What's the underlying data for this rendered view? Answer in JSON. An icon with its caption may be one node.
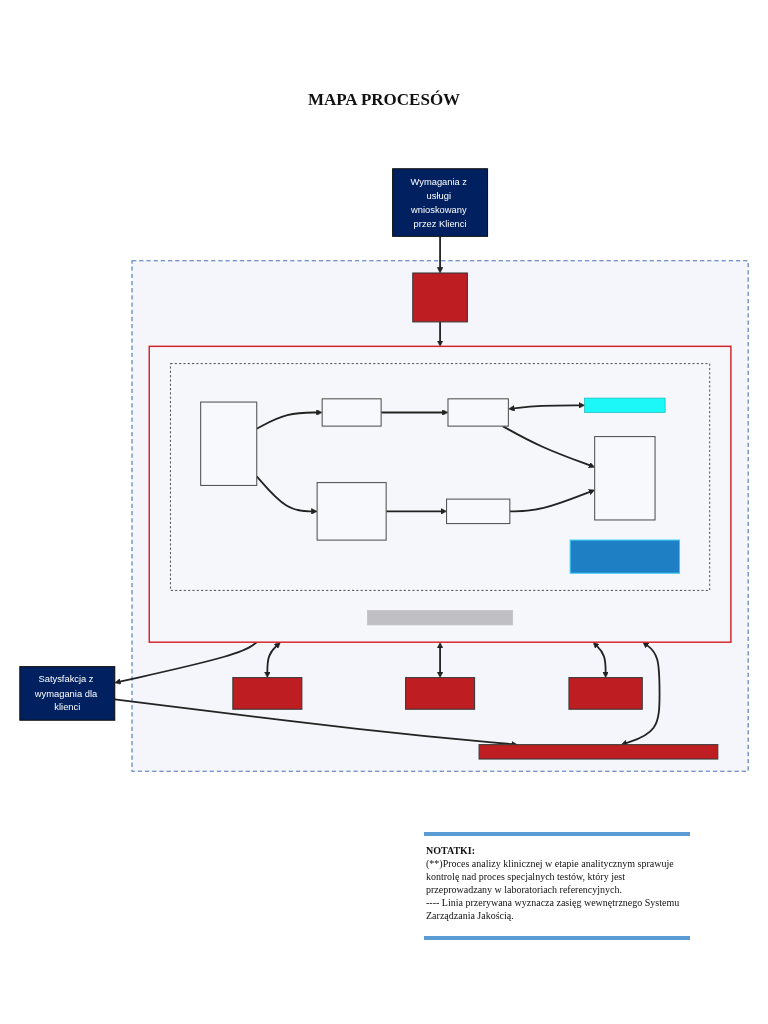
{
  "diagram": {
    "title": "MAPA PROCESÓW",
    "nodes": [
      {
        "text": [],
        "shape": "box"
      },
      {
        "text": [],
        "shape": "bar",
        "in": 0
      },
      {
        "text": [
          "Wymagania z usługi wnioskowany przez Klienci"
        ]
      },
      {
        "text": [],
        "shape": "box",
        "in": 0
      },
      {
        "text": [],
        "shape": "box",
        "in": 0
      },
      {
        "text": [],
        "shape": "bar",
        "in": 4
      },
      {
        "text": [],
        "shape": "box",
        "in": 4
      },
      {
        "text": [],
        "shape": "box",
        "in": 6
      },
      {
        "text": [],
        "shape": "box",
        "in": 6
      },
      {
        "text": [],
        "shape": "box",
        "in": 6
      },
      {
        "text": [],
        "shape": "box",
        "in": 6
      },
      {
        "text": [],
        "shape": "box",
        "in": 6
      },
      {
        "text": [],
        "shape": "bar",
        "in": 6
      },
      {
        "text": [],
        "shape": "box",
        "in": 6
      },
      {
        "text": [],
        "shape": "box",
        "in": 6
      },
      {
        "text": [
          "Satysfakcja z wymagania dla klienci"
        ]
      },
      {
        "text": [],
        "shape": "box",
        "in": 0
      },
      {
        "text": [],
        "shape": "box",
        "in": 0
      },
      {
        "text": [],
        "shape": "box",
        "in": 0
      }
    ],
    "edges": [
      {
        "from": 2,
        "to": 3,
        "arrow": "to"
      },
      {
        "from": 3,
        "to": 4,
        "arrow": "to"
      },
      {
        "from": 1,
        "to": 4,
        "arrow": "both"
      },
      {
        "from": 7,
        "to": 8,
        "arrow": "to"
      },
      {
        "from": 7,
        "to": 9,
        "arrow": "to"
      },
      {
        "from": 8,
        "to": 10,
        "arrow": "to"
      },
      {
        "from": 9,
        "to": 11,
        "arrow": "to"
      },
      {
        "from": 11,
        "to": 12,
        "arrow": "both"
      },
      {
        "from": 10,
        "to": 14,
        "arrow": "to"
      },
      {
        "from": 11,
        "to": 14,
        "arrow": "to"
      },
      {
        "from": 4,
        "to": 15,
        "arrow": "to"
      },
      {
        "from": 15,
        "to": 1,
        "arrow": "to"
      },
      {
        "from": 4,
        "to": 16,
        "arrow": "both"
      },
      {
        "from": 4,
        "to": 17,
        "arrow": "both"
      },
      {
        "from": 4,
        "to": 18,
        "arrow": "both"
      }
    ],
    "labels": [
      "NOTATKI:",
      "(**)Proces analizy klinicznej w etapie analitycznym sprawuje kontrolę nad proces specjalnych testów, który jest przeprowadzany w laboratoriach referencyjnych.",
      "---- Linia przerywana wyznacza zasięg wewnętrznego Systemu Zarządzania Jakością."
    ]
  }
}
